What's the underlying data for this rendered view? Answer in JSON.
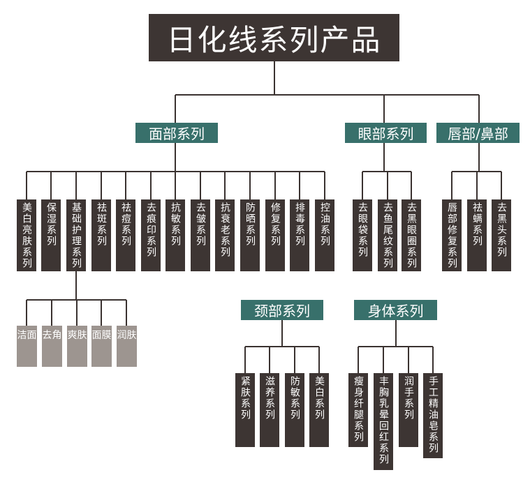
{
  "title": "日化线系列产品",
  "categories": {
    "face": "面部系列",
    "eye": "眼部系列",
    "lip_nose": "唇部/鼻部",
    "neck": "颈部系列",
    "body": "身体系列"
  },
  "face_items": [
    "美白亮肤系列",
    "保湿系列",
    "基础护理系列",
    "祛斑系列",
    "祛痘系列",
    "去痕印系列",
    "抗敏系列",
    "去皱系列",
    "抗衰老系列",
    "防晒系列",
    "修复系列",
    "排毒系列",
    "控油系列"
  ],
  "basic_care_items": [
    "洁面",
    "去角质",
    "爽肤",
    "面膜",
    "润肤"
  ],
  "eye_items": [
    "去眼袋系列",
    "去鱼尾纹系列",
    "去黑眼圈系列"
  ],
  "lip_nose_items": [
    "唇部修复系列",
    "祛螨系列",
    "去黑头系列"
  ],
  "neck_items": [
    "紧肤系列",
    "滋养系列",
    "防敏系列",
    "美白系列"
  ],
  "body_items": [
    "瘦身纤腿系列",
    "丰胸乳晕回红系列",
    "润手系列",
    "手工精油皂系列"
  ],
  "colors": {
    "dark_box": "#3d3533",
    "category_box": "#38706b",
    "light_box": "#9d9590",
    "connector": "#3a3230"
  }
}
